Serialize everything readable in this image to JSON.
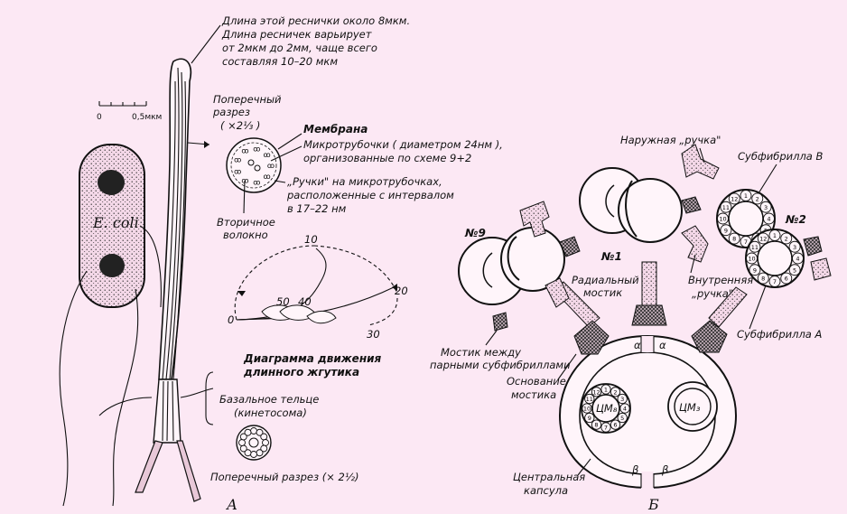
{
  "panel_a": {
    "label": "А",
    "cilium_length_note": [
      "Длина этой реснички около 8мкм.",
      "Длина ресничек варьирует",
      "от 2мкм до 2мм, чаще всего",
      "составляя 10–20 мкм"
    ],
    "scale": {
      "zero": "0",
      "value": "0,5мкм"
    },
    "ecoli": "E. coli",
    "cross_section": [
      "Поперечный",
      "разрез",
      "( ×2⅓ )"
    ],
    "membrane": "Мембрана",
    "microtubules": [
      "Микротрубочки ( диаметром 24нм ),",
      "организованные по схеме 9+2"
    ],
    "handles": [
      "„Ручки\" на микротрубочках,",
      "расположенные с интервалом",
      "в 17–22 нм"
    ],
    "secondary_fiber": [
      "Вторичное",
      "волокно"
    ],
    "motion_diagram": {
      "ticks": [
        "10",
        "20",
        "30",
        "40",
        "50",
        "0"
      ],
      "caption": [
        "Диаграмма движения",
        "длинного жгутика"
      ]
    },
    "basal_body": [
      "Базальное тельце",
      "(кинетосома)"
    ],
    "basal_cross_section": "Поперечный разрез (× 2½)"
  },
  "panel_b": {
    "label": "Б",
    "outer_handle": "Наружная „ручка\"",
    "subfibril_b": "Субфибрилла В",
    "n9": "№9",
    "n1": "№1",
    "n2": "№2",
    "radial_bridge": [
      "Радиальный",
      "мостик"
    ],
    "inner_handle": [
      "Внутренняя",
      "„ручка\""
    ],
    "bridge_between": [
      "Мостик между",
      "парными субфибриллами"
    ],
    "bridge_base": [
      "Основание",
      "мостика"
    ],
    "subfibril_a": "Субфибрилла А",
    "alpha": "α",
    "beta": "β",
    "cm8": "ЦМ₈",
    "cm3": "ЦМ₃",
    "central_capsule": [
      "Центральная",
      "капсула"
    ],
    "ring_numbers": [
      "1",
      "2",
      "3",
      "4",
      "5",
      "6",
      "7",
      "8",
      "9",
      "10",
      "11",
      "12"
    ]
  }
}
